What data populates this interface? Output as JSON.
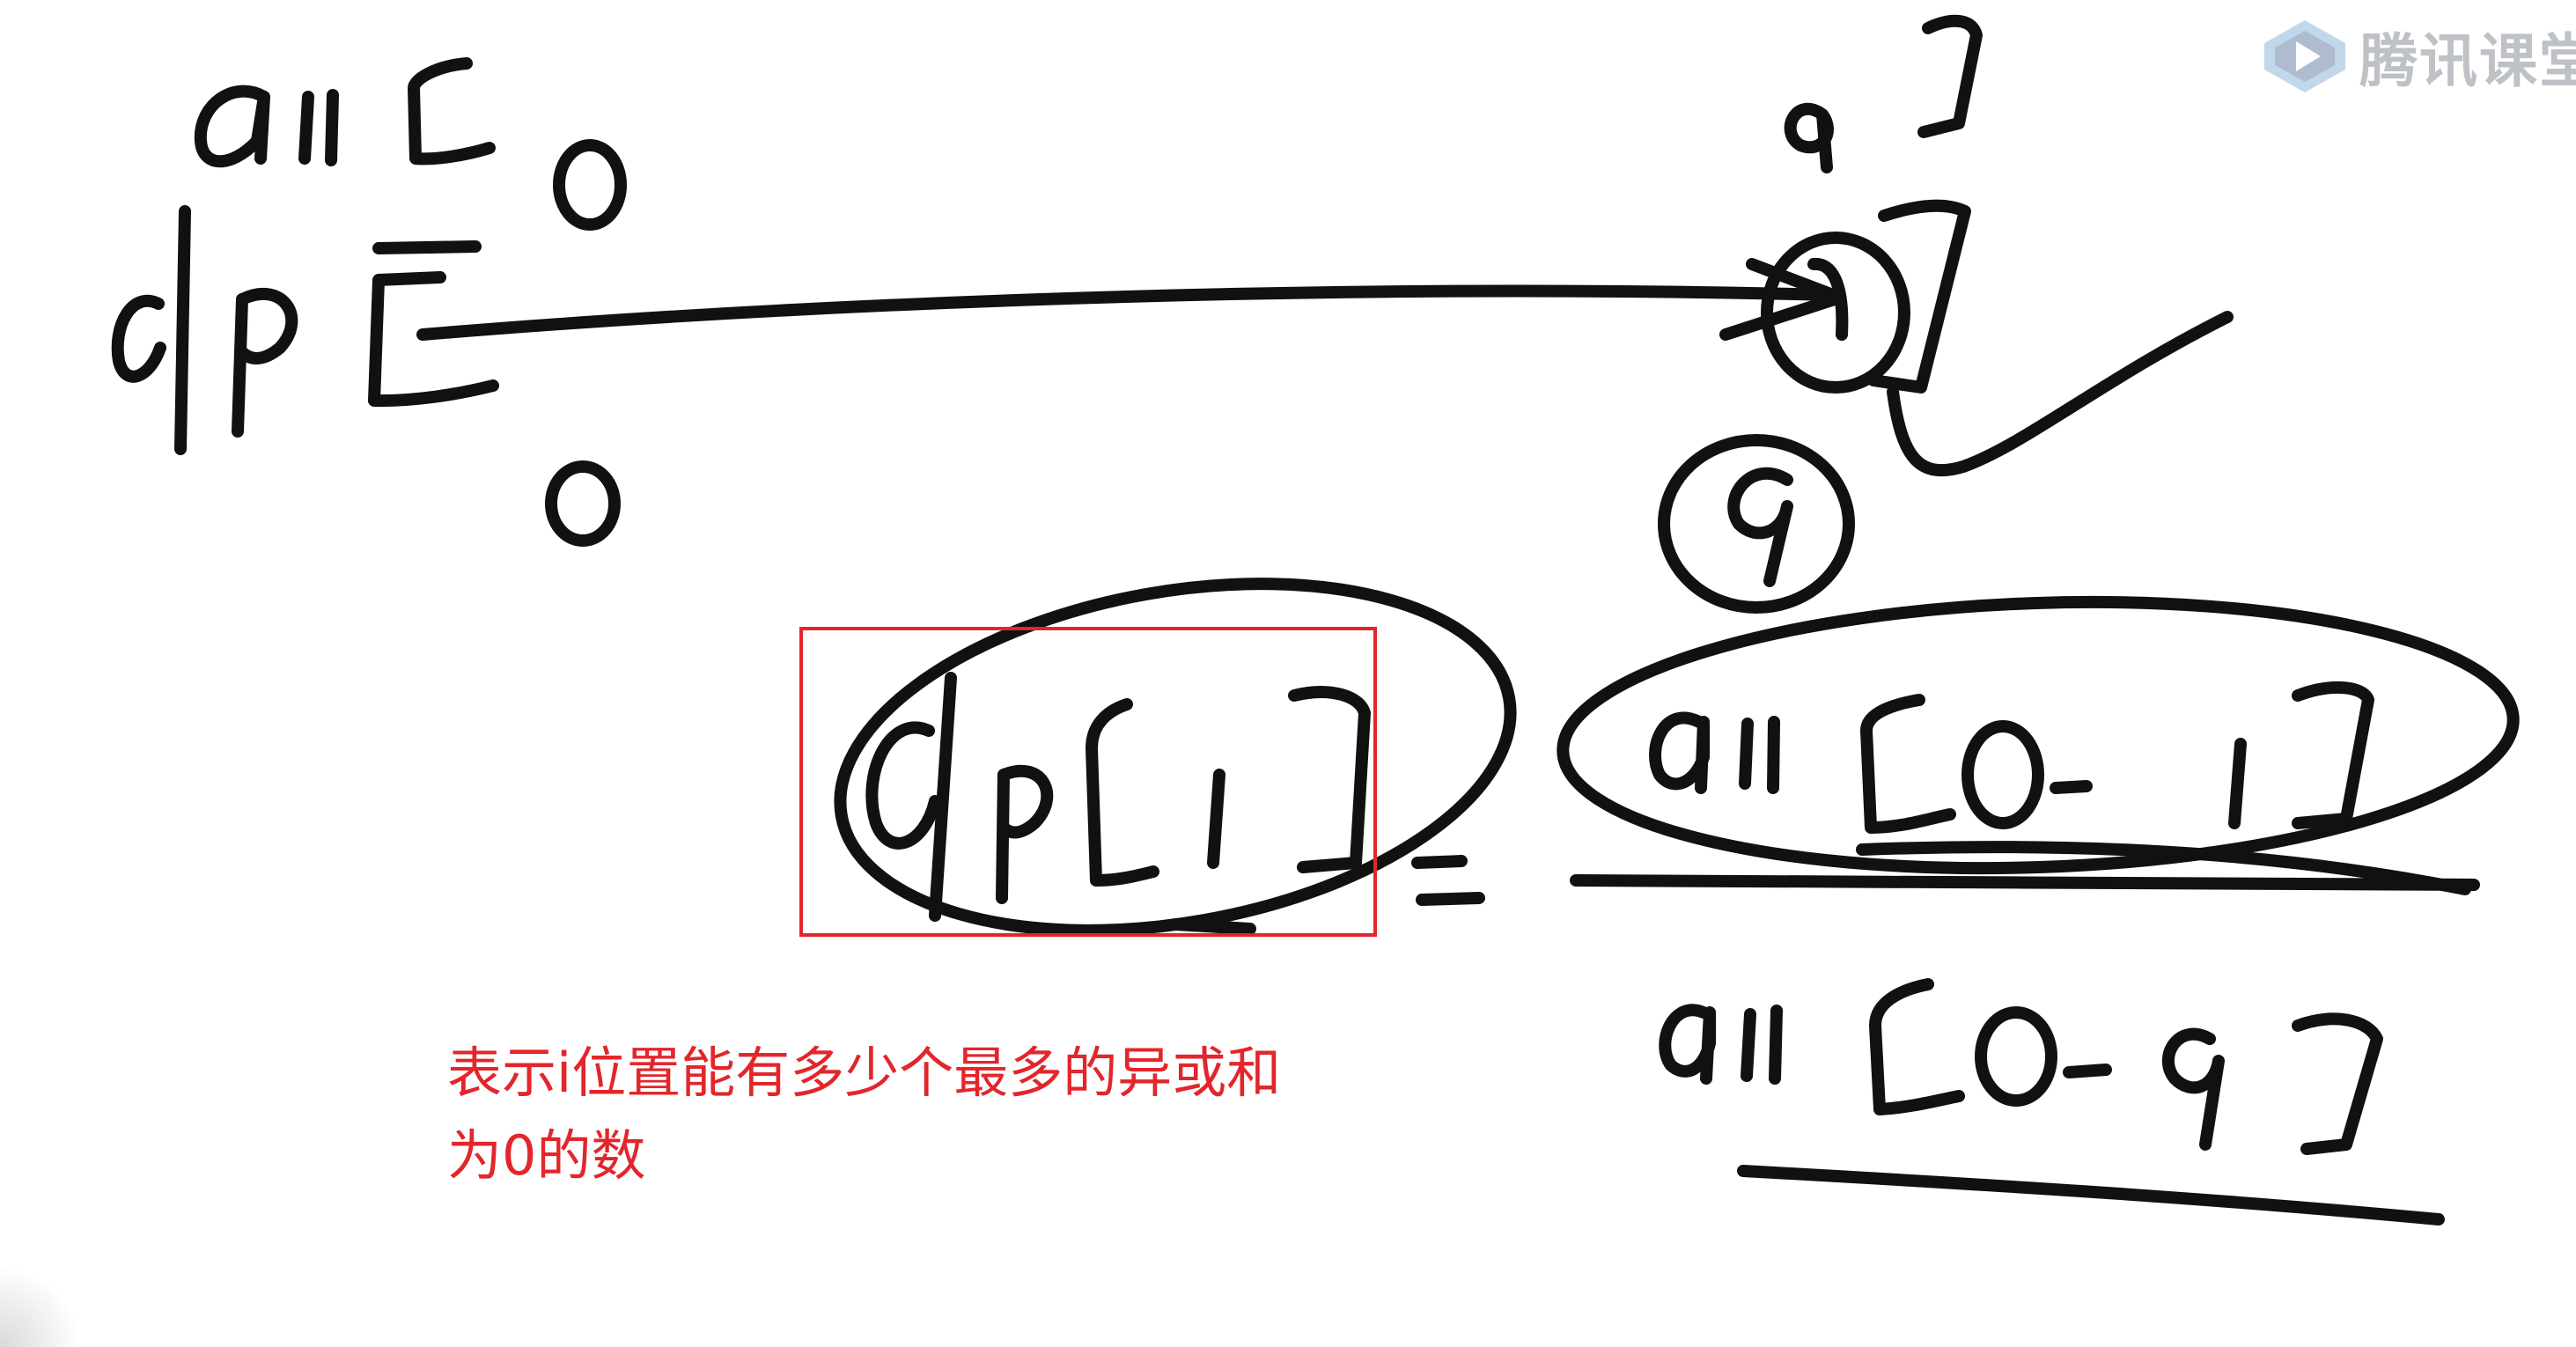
{
  "watermark": {
    "logo_text": "腾讯课堂",
    "icon": "tencent-classroom-play-icon"
  },
  "annotation": {
    "line1": "表示i位置能有多少个最多的异或和",
    "line2": "为0的数"
  },
  "colors": {
    "ink": "#111111",
    "annotation": "#e2262b",
    "highlight_box": "#e2262b",
    "watermark": "#8a8f96"
  }
}
